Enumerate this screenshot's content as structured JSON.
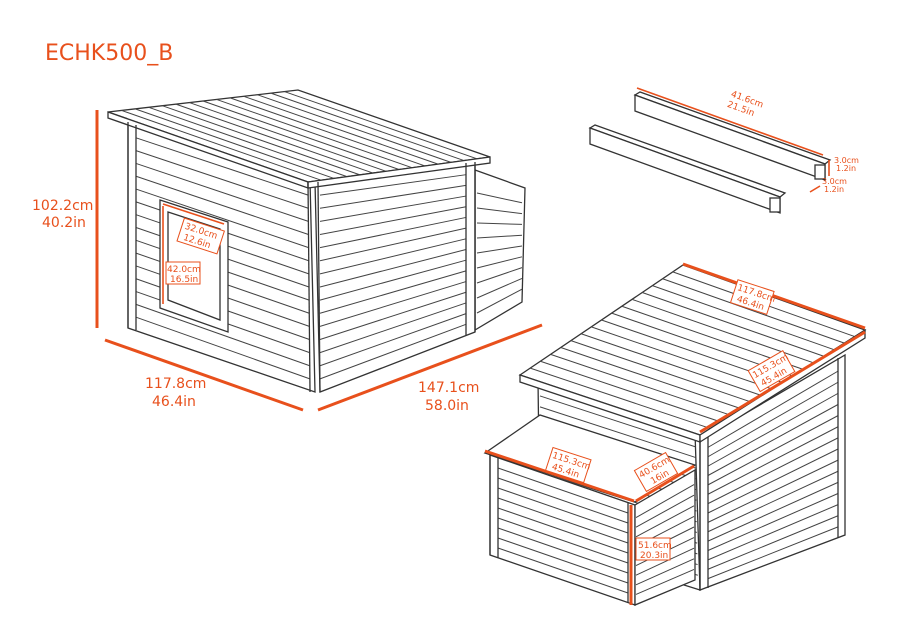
{
  "title": "ECHK500_B",
  "accent_color": "#e8501c",
  "dimensions": {
    "height": {
      "cm": "102.2cm",
      "in": "40.2in"
    },
    "depth": {
      "cm": "117.8cm",
      "in": "46.4in"
    },
    "width": {
      "cm": "147.1cm",
      "in": "58.0in"
    },
    "door_width": {
      "cm": "32.0cm",
      "in": "12.6in"
    },
    "door_height": {
      "cm": "42.0cm",
      "in": "16.5in"
    },
    "bar_length": {
      "cm": "41.6cm",
      "in": "21.5in"
    },
    "bar_height": {
      "cm": "3.0cm",
      "in": "1.2in"
    },
    "bar_depth": {
      "cm": "3.0cm",
      "in": "1.2in"
    },
    "roof_length": {
      "cm": "117.8cm",
      "in": "46.4in"
    },
    "roof_width": {
      "cm": "115.3cm",
      "in": "45.4in"
    },
    "lid_length": {
      "cm": "115.3cm",
      "in": "45.4in"
    },
    "lid_width": {
      "cm": "40.6cm",
      "in": "16in"
    },
    "extension_height": {
      "cm": "51.6cm",
      "in": "20.3in"
    }
  }
}
